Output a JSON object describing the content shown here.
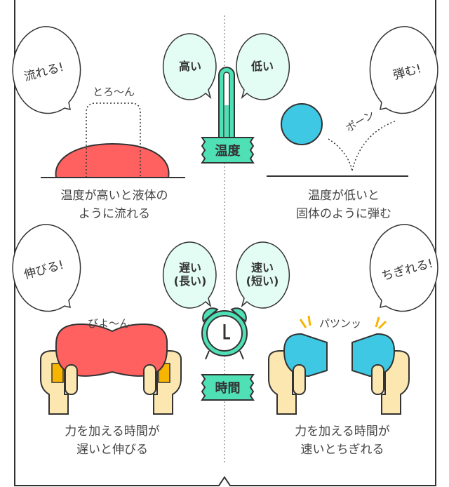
{
  "top": {
    "category_label": "温度",
    "left": {
      "exclaim": "流れる!",
      "level": "高い",
      "sound": "とろ〜ん",
      "caption_line1": "温度が高いと液体の",
      "caption_line2": "ように流れる"
    },
    "right": {
      "exclaim": "弾む!",
      "level": "低い",
      "sound": "ポーン",
      "caption_line1": "温度が低いと",
      "caption_line2": "固体のように弾む"
    }
  },
  "bottom": {
    "category_label": "時間",
    "left": {
      "exclaim": "伸びる!",
      "level_line1": "遅い",
      "level_line2": "(長い)",
      "sound": "びよ〜ん",
      "caption_line1": "力を加える時間が",
      "caption_line2": "遅いと伸びる"
    },
    "right": {
      "exclaim": "ちぎれる!",
      "level_line1": "速い",
      "level_line2": "(短い)",
      "sound": "パツンッ",
      "caption_line1": "力を加える時間が",
      "caption_line2": "速いとちぎれる"
    }
  },
  "colors": {
    "accent": "#4fe0b6",
    "liquid": "#ff6161",
    "solid": "#3ec8e4",
    "skin": "#fde7b0",
    "nail": "#f7b500",
    "bubble_tint": "#e3fcf4"
  }
}
